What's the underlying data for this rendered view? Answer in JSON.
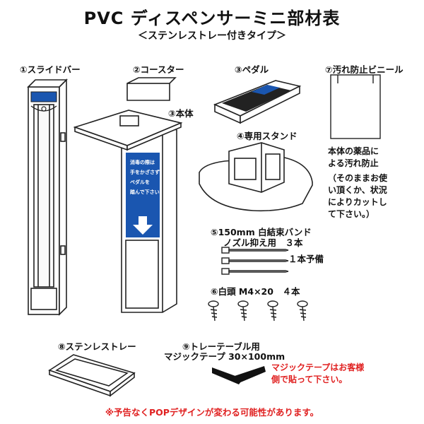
{
  "header": {
    "title": "PVC ディスペンサーミニ部材表",
    "subtitle": "＜ステンレストレー付きタイプ＞"
  },
  "parts": {
    "slide_bar": "①スライドバー",
    "coaster": "②コースター",
    "body": "③本体",
    "pedal": "③ペダル",
    "vinyl": "⑦汚れ防止ビニール",
    "stand": "④専用スタンド",
    "band_line1": "⑤150mm 白結束バンド",
    "band_line2": "ノズル抑え用　３本",
    "band_spare": "１本予備",
    "screw": "⑥白頭 M4×20　４本",
    "tray": "⑧ステンレストレー",
    "tape_line1": "⑨トレーテーブル用",
    "tape_line2": "マジックテープ 30×100mm"
  },
  "notes": {
    "vinyl_line1": "本体の薬品に",
    "vinyl_line2": "よる汚れ防止",
    "vinyl_line3": "（そのままお使",
    "vinyl_line4": "い頂くか、状況",
    "vinyl_line5": "によりカットし",
    "vinyl_line6": "て下さい。）",
    "tape_line1": "マジックテープはお客様",
    "tape_line2": "側で貼って下さい。"
  },
  "body_sign": {
    "line1": "消毒の際は",
    "line2": "手をかざさず",
    "line3": "ペダルを",
    "line4": "踏んで下さい"
  },
  "footer": "※予告なくPOPデザインが変わる可能性があります。",
  "colors": {
    "accent_blue": "#1a56b0",
    "warning_red": "#e02020"
  }
}
